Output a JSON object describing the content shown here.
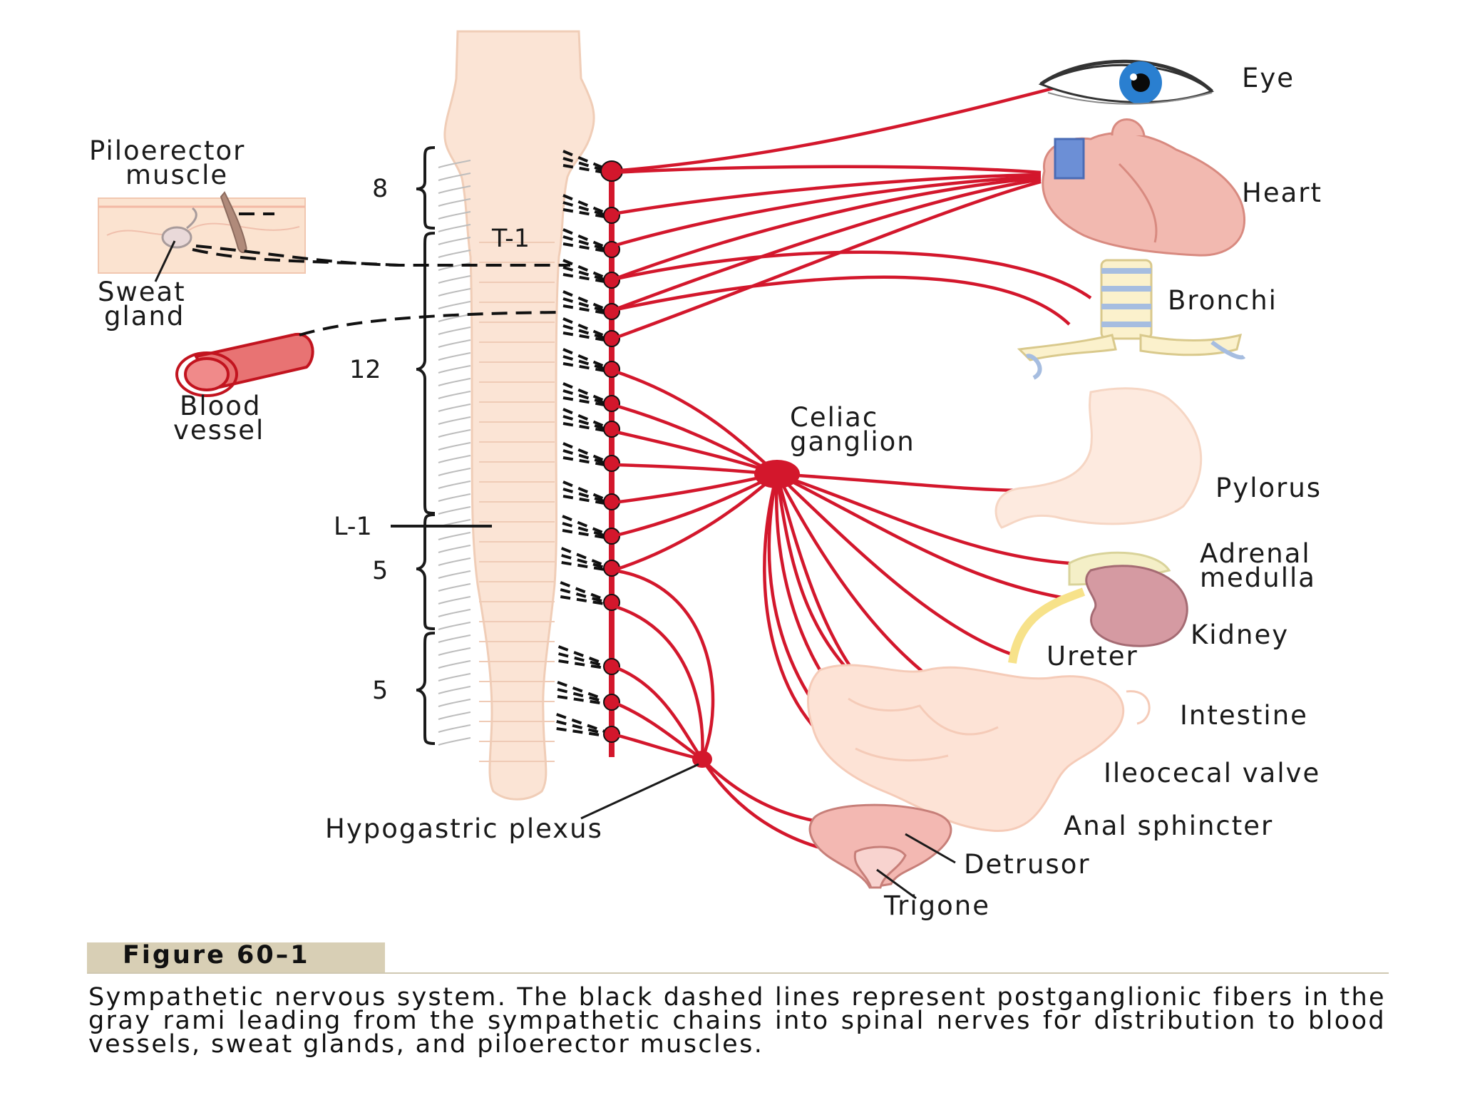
{
  "labels": {
    "piloerector": [
      "Piloerector",
      "muscle"
    ],
    "sweat": [
      "Sweat",
      "gland"
    ],
    "blood": [
      "Blood",
      "vessel"
    ],
    "celiac": [
      "Celiac",
      "ganglion"
    ],
    "adrenal": [
      "Adrenal",
      "medulla"
    ],
    "eye": "Eye",
    "heart": "Heart",
    "bronchi": "Bronchi",
    "pylorus": "Pylorus",
    "kidney": "Kidney",
    "ureter": "Ureter",
    "intestine": "Intestine",
    "ileocecal": "Ileocecal valve",
    "anal": "Anal sphincter",
    "detrusor": "Detrusor",
    "trigone": "Trigone",
    "hypogastric": "Hypogastric plexus"
  },
  "segments": {
    "n8": "8",
    "t1": "T-1",
    "n12": "12",
    "l1": "L-1",
    "n5a": "5",
    "n5b": "5"
  },
  "caption": {
    "title": "Figure 60–1",
    "text": "Sympathetic nervous system. The black dashed lines represent postganglionic fibers in the gray rami leading from the sympathetic chains into spinal nerves for distribution to blood vessels, sweat glands, and piloerector muscles."
  },
  "colors": {
    "nerve": "#d3172c",
    "cord": "#fbe3d4",
    "organ": "#f4c9b0"
  }
}
